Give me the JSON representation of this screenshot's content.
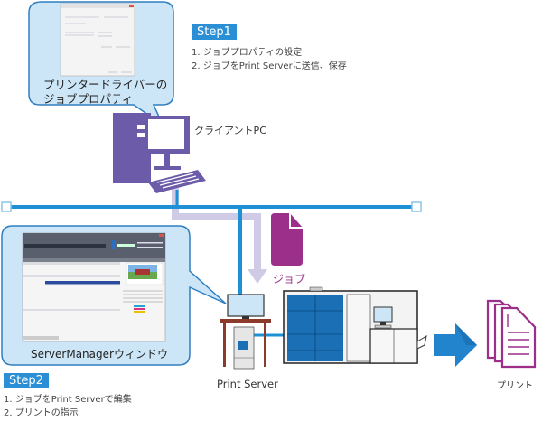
{
  "step1": {
    "badge": "Step1",
    "lines": [
      "1. ジョブプロパティの設定",
      "2. ジョブをPrint Serverに送信、保存"
    ]
  },
  "step2": {
    "badge": "Step2",
    "lines": [
      "1. ジョブをPrint Serverで編集",
      "2. プリントの指示"
    ]
  },
  "bubble_top": {
    "caption_line1": "プリンタードライバーの",
    "caption_line2": "ジョブプロパティ"
  },
  "bubble_bottom": {
    "caption": "ServerManagerウィンドウ"
  },
  "labels": {
    "client_pc": "クライアントPC",
    "job": "ジョブ",
    "print_server": "Print Server",
    "print": "プリント"
  },
  "colors": {
    "network": "#1e90d6",
    "pc_purple": "#6b5ba8",
    "job_magenta": "#9b2f8a",
    "bubble_fill": "#cde6f7",
    "bubble_stroke": "#2f7fc0",
    "flow_lavender": "#cfcbe6",
    "printer_blue": "#1a6fb5",
    "arrow_blue": "#2184cc"
  }
}
